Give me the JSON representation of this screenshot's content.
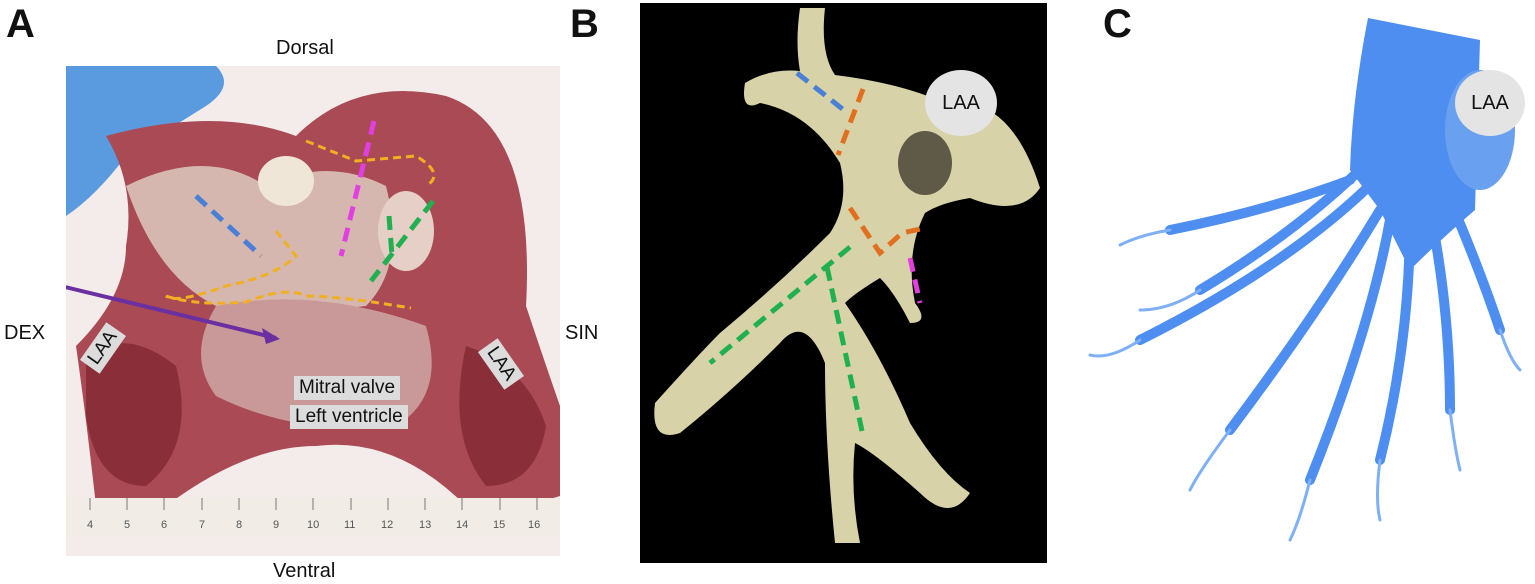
{
  "panels": {
    "a": {
      "letter": "A",
      "orient_top": "Dorsal",
      "orient_bottom": "Ventral",
      "orient_left": "DEX",
      "orient_right": "SIN",
      "label_laa_left": "LAA",
      "label_laa_right": "LAA",
      "label_mitral": "Mitral valve",
      "label_ventricle": "Left ventricle",
      "ruler_numbers": [
        "4",
        "5",
        "6",
        "7",
        "8",
        "9",
        "10",
        "11",
        "12",
        "13",
        "14",
        "15",
        "16"
      ]
    },
    "b": {
      "letter": "B",
      "label_laa": "LAA"
    },
    "c": {
      "letter": "C",
      "label_laa": "LAA"
    }
  },
  "colors": {
    "blue_line": "#4a7fd6",
    "orange_line": "#e07020",
    "magenta_line": "#e040e0",
    "green_line": "#20b050",
    "yellow_line": "#f0b020",
    "purple_arrow": "#6a2fa0",
    "cast_blue": "#4d8ef0",
    "model_beige": "#d8d2a8"
  }
}
